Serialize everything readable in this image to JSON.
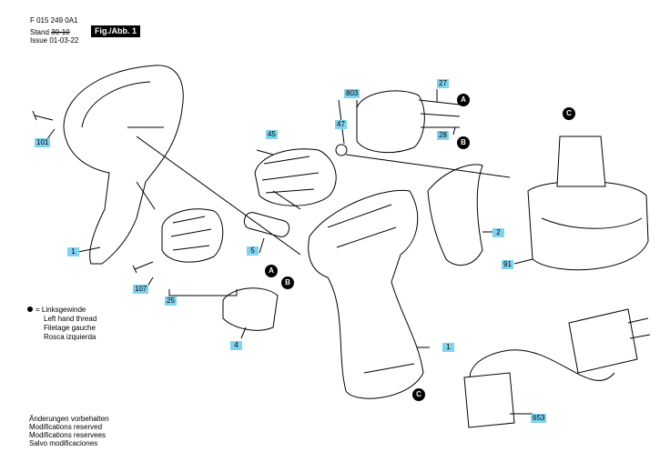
{
  "header": {
    "doc_number": "F 015 249 0A1",
    "stand_label": "Stand",
    "issue_label": "Issue",
    "old_date": "30-10",
    "new_date": "01-03-22",
    "fig_label": "Fig./Abb. 1"
  },
  "parts": {
    "p1a": "1",
    "p1b": "1",
    "p2": "2",
    "p4": "4",
    "p5": "5",
    "p25": "25",
    "p27": "27",
    "p28": "28",
    "p45": "45",
    "p47": "47",
    "p91": "91",
    "p101": "101",
    "p107": "107",
    "p653": "653",
    "p803": "803"
  },
  "markers": {
    "a1": "A",
    "b1": "B",
    "a2": "A",
    "b2": "B",
    "c1": "C",
    "c2": "C"
  },
  "legend": {
    "symbol": "=",
    "lines": [
      "Linksgewinde",
      "Left hand thread",
      "Filetage gauche",
      "Rosca izquierda"
    ]
  },
  "modifications": [
    "Änderungen vorbehalten",
    "Modifications reserved",
    "Modifications reservees",
    "Salvo modificaciones"
  ],
  "colors": {
    "label_bg": "#7fd3f0",
    "line": "#000000"
  }
}
